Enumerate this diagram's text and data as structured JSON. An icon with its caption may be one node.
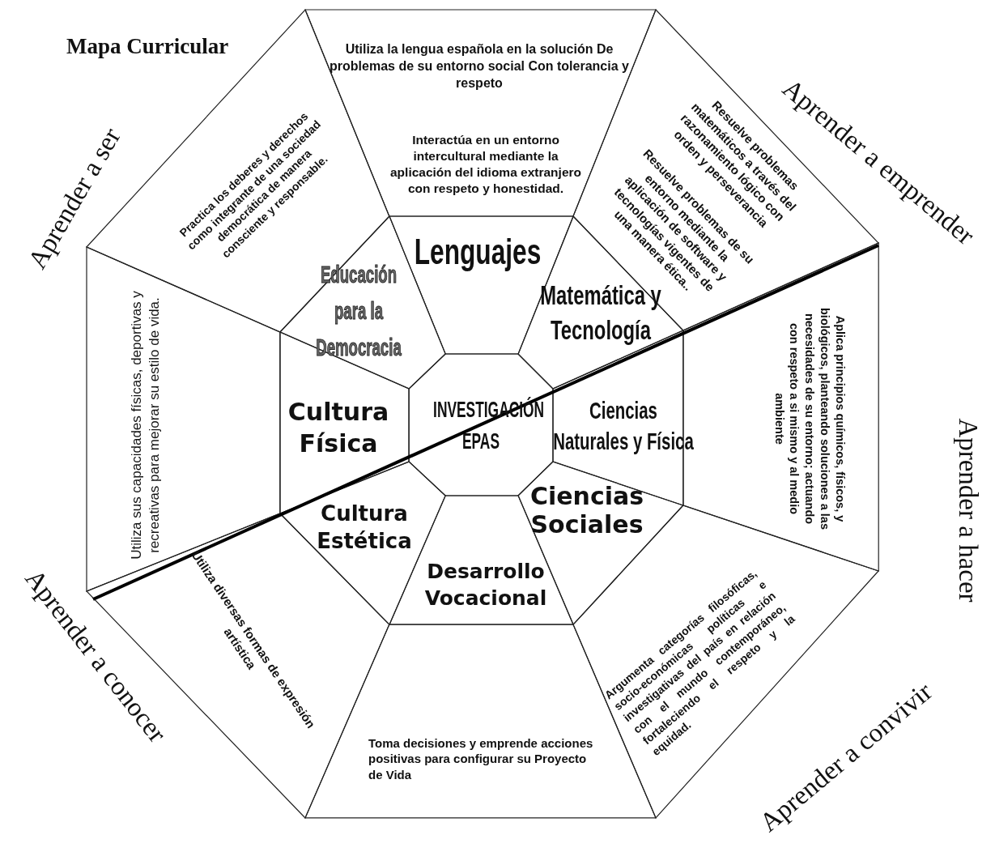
{
  "diagram": {
    "title": "Mapa Curricular",
    "nodes": [
      {
        "text": [
          "Utiliza la lengua española en la solución De problemas de su entorno **social** Con tolerancia y respeto",
          "Interactúa en un entorno intercultural mediante la aplicación del idioma extranjero con respeto y honestidad."
        ]
      },
      {
        "text": [
          "Resuelve problemas matemáticos a través del razonamiento lógico con orden y perseverancia",
          "Resuelve problemas de su entorno mediante la aplicación de software y tecnologías vigentes de una manera ética.."
        ]
      },
      {
        "text": [
          "Aplica principios químicos, físicos, y biológicos, planteando soluciones a las necesidades de su entorno; actuando con respeto a si mismo y al medio ambiente"
        ]
      },
      {
        "text": [
          "Argumenta categorías filosóficas, socio-económicas políticas e investigativas del país en relación con el mundo contemporáneo, fortaleciendo el respeto y la equidad."
        ]
      },
      {
        "text": [
          "Toma decisiones y emprende acciones positivas para configurar su Proyecto de Vida"
        ]
      },
      {
        "text": [
          "Utiliza diversas formas de expresión artística"
        ]
      },
      {
        "text": [
          "Utiliza sus capacidades físicas, deportivas y recreativas para mejorar su estilo de vida."
        ]
      },
      {
        "text": [
          "Practica los deberes y derechos como integrante de una sociedad democrática de manera consciente y responsable."
        ]
      },
      {
        "text": [
          "Lenguajes"
        ]
      },
      {
        "text": [
          "Matemática y Tecnología"
        ]
      },
      {
        "text": [
          "Ciencias Naturales y Física"
        ]
      },
      {
        "text": [
          "Ciencias Sociales"
        ]
      },
      {
        "text": [
          "Desarrollo Vocacional"
        ]
      },
      {
        "text": [
          "Cultura Estética"
        ]
      },
      {
        "text": [
          "Cultura Física"
        ]
      },
      {
        "text": [
          "Educación para la Democracia"
        ]
      },
      {
        "text": [
          "INVESTIGACIÓN EPAS"
        ]
      }
    ],
    "labels": [
      "Aprender a ser",
      "Aprender a emprender",
      "Aprender a hacer",
      "Aprender a conocer",
      "Aprender a convivir"
    ]
  }
}
